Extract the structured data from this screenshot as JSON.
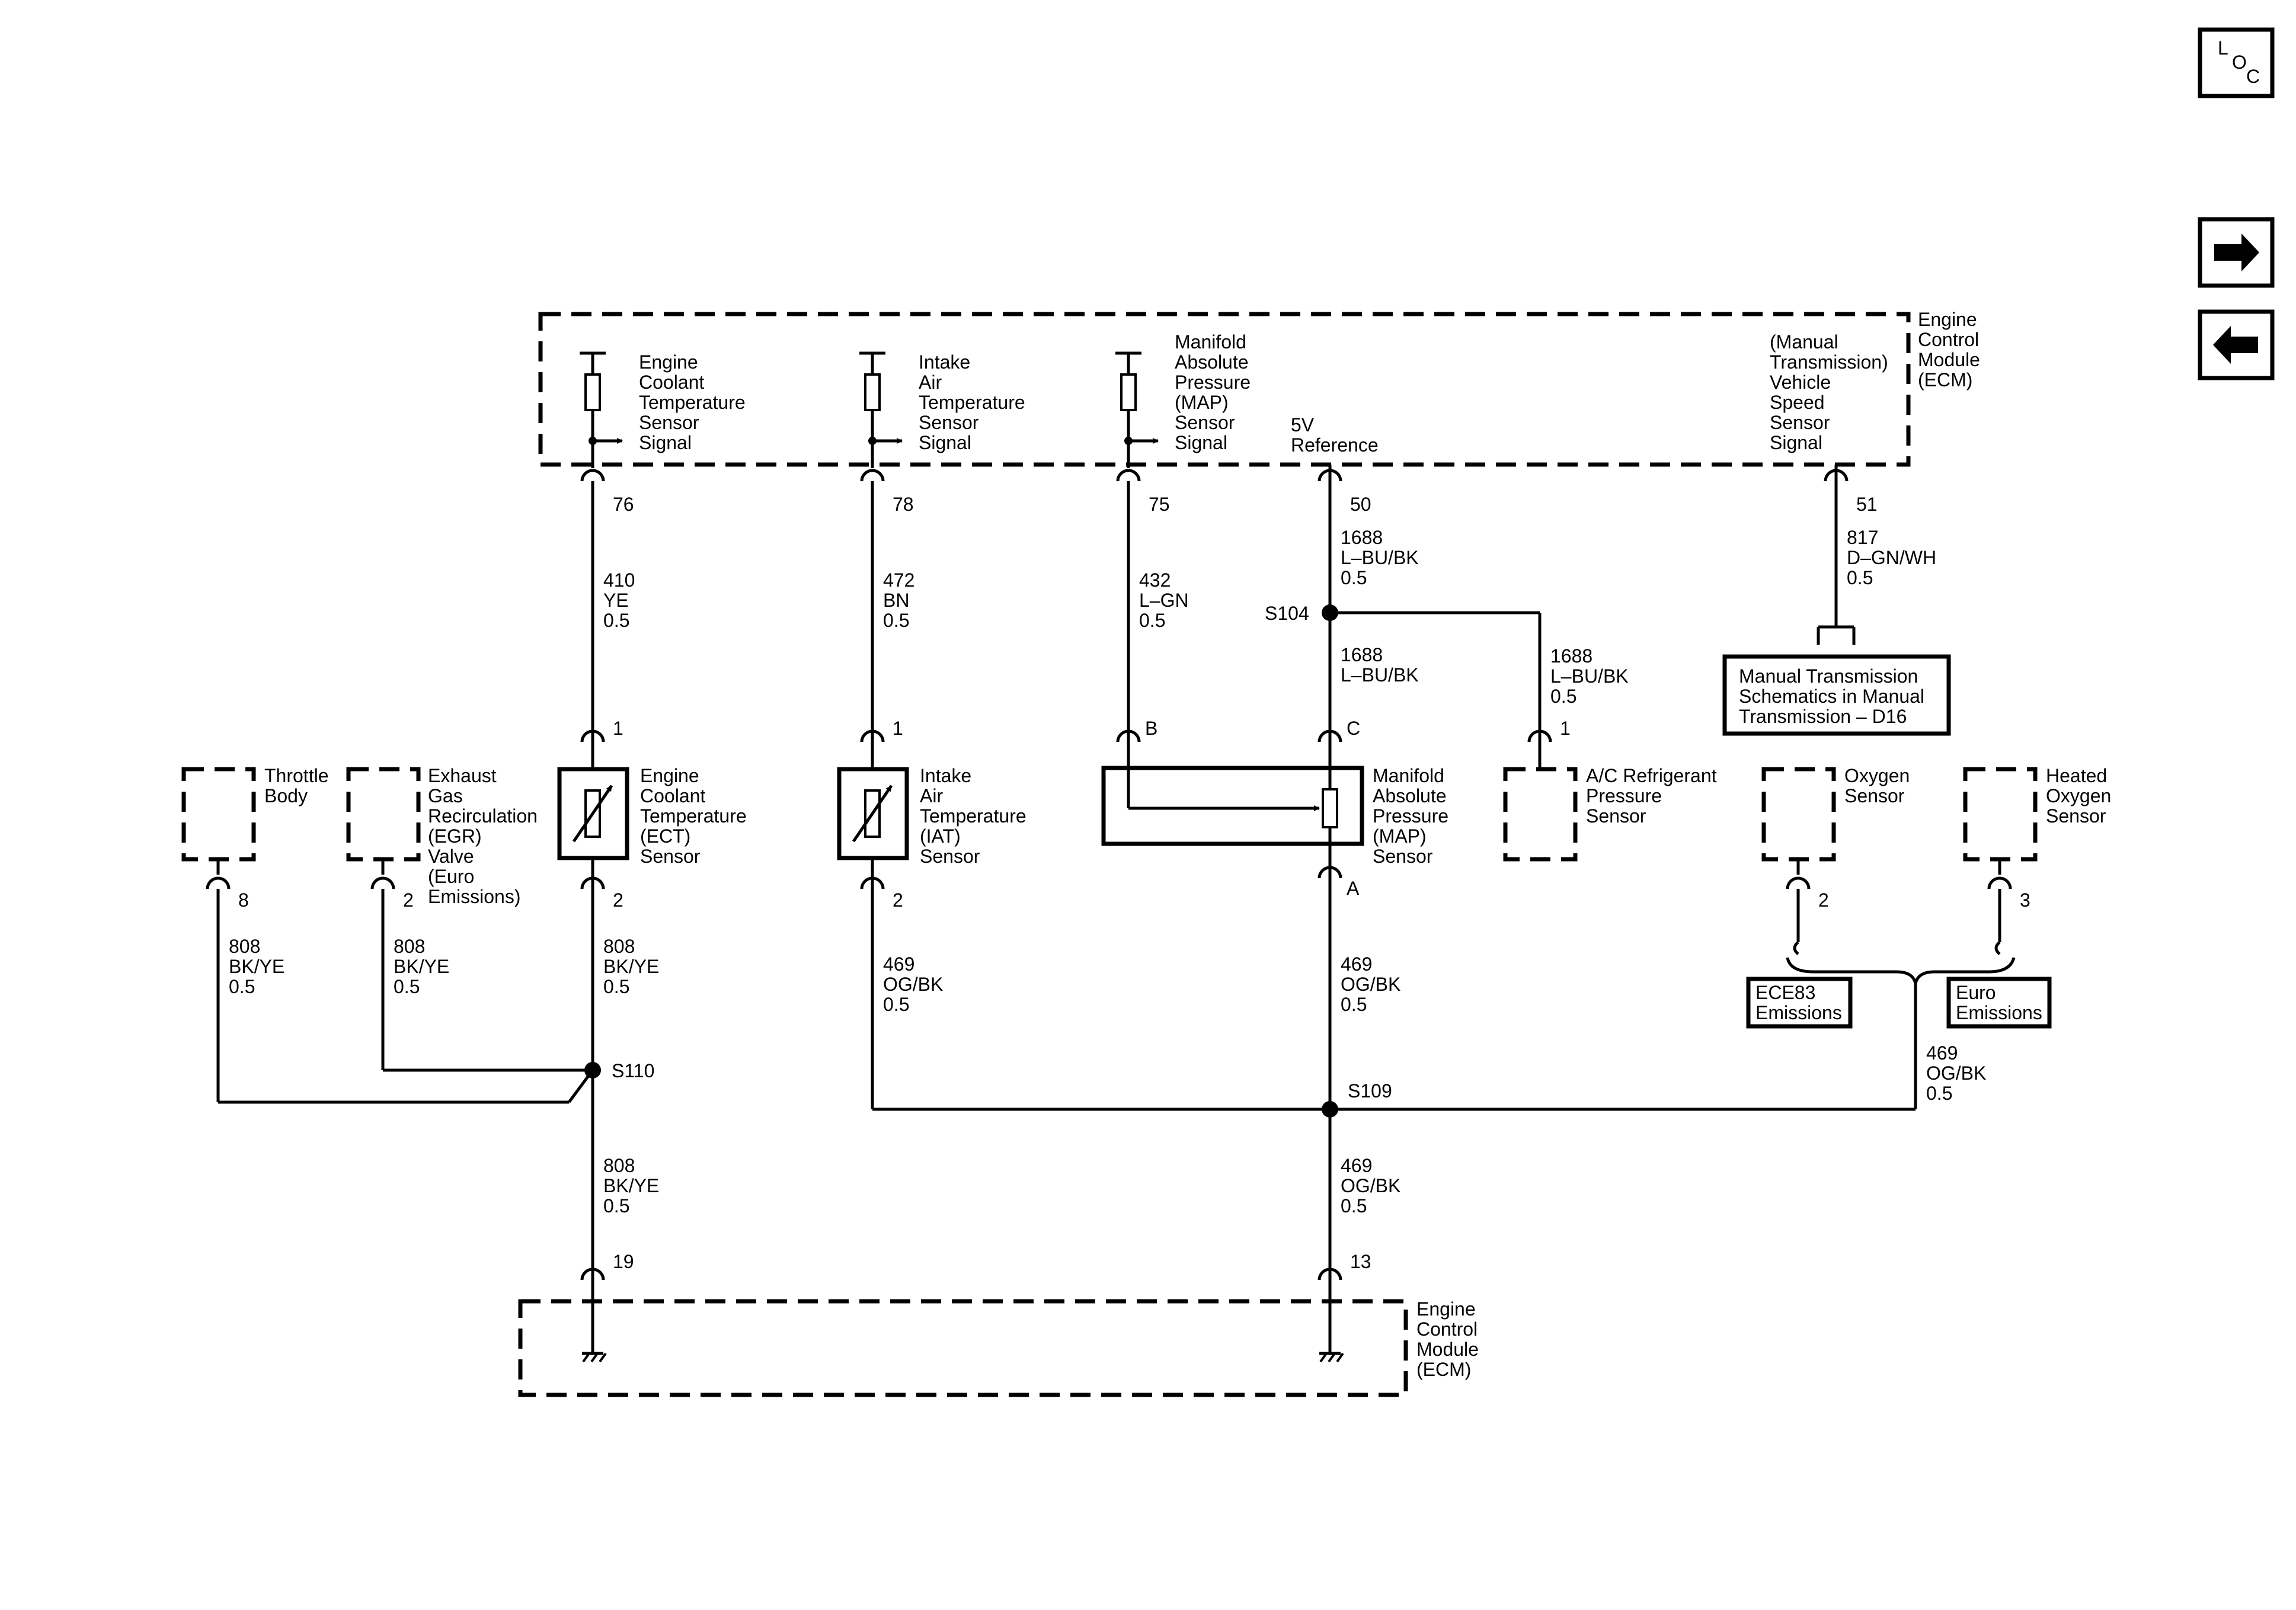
{
  "nav": {
    "loc_button": {
      "l": "L",
      "o": "O",
      "c": "C"
    },
    "next_icon": "arrow-right-icon",
    "prev_icon": "arrow-left-icon"
  },
  "ecm_top": {
    "title": [
      "Engine",
      "Control",
      "Module",
      "(ECM)"
    ],
    "signals": {
      "ect": [
        "Engine",
        "Coolant",
        "Temperature",
        "Sensor",
        "Signal"
      ],
      "iat": [
        "Intake",
        "Air",
        "Temperature",
        "Sensor",
        "Signal"
      ],
      "map": [
        "Manifold",
        "Absolute",
        "Pressure",
        "(MAP)",
        "Sensor",
        "Signal"
      ],
      "ref5v": [
        "5V",
        "Reference"
      ],
      "vss": [
        "(Manual",
        "Transmission)",
        "Vehicle",
        "Speed",
        "Sensor",
        "Signal"
      ]
    },
    "pins": {
      "ect": "76",
      "iat": "78",
      "map": "75",
      "ref": "50",
      "vss": "51"
    }
  },
  "wires": {
    "w410": [
      "410",
      "YE",
      "0.5"
    ],
    "w472": [
      "472",
      "BN",
      "0.5"
    ],
    "w432": [
      "432",
      "L–GN",
      "0.5"
    ],
    "w1688_a": [
      "1688",
      "L–BU/BK",
      "0.5"
    ],
    "w1688_b": [
      "1688",
      "L–BU/BK"
    ],
    "w1688_c": [
      "1688",
      "L–BU/BK",
      "0.5"
    ],
    "w817": [
      "817",
      "D–GN/WH",
      "0.5"
    ],
    "w808_tb": [
      "808",
      "BK/YE",
      "0.5"
    ],
    "w808_egr": [
      "808",
      "BK/YE",
      "0.5"
    ],
    "w808_ect": [
      "808",
      "BK/YE",
      "0.5"
    ],
    "w808_gnd": [
      "808",
      "BK/YE",
      "0.5"
    ],
    "w469_iat": [
      "469",
      "OG/BK",
      "0.5"
    ],
    "w469_map": [
      "469",
      "OG/BK",
      "0.5"
    ],
    "w469_o2": [
      "469",
      "OG/BK",
      "0.5"
    ],
    "w469_gnd": [
      "469",
      "OG/BK",
      "0.5"
    ]
  },
  "splices": {
    "s104": "S104",
    "s110": "S110",
    "s109": "S109"
  },
  "components": {
    "throttle": {
      "label": [
        "Throttle",
        "Body"
      ],
      "pin": "8"
    },
    "egr": {
      "label": [
        "Exhaust",
        "Gas",
        "Recirculation",
        "(EGR)",
        "Valve",
        "(Euro",
        "Emissions)"
      ],
      "pin": "2"
    },
    "ect": {
      "label": [
        "Engine",
        "Coolant",
        "Temperature",
        "(ECT)",
        "Sensor"
      ],
      "pin_top": "1",
      "pin_bottom": "2"
    },
    "iat": {
      "label": [
        "Intake",
        "Air",
        "Temperature",
        "(IAT)",
        "Sensor"
      ],
      "pin_top": "1",
      "pin_bottom": "2"
    },
    "map": {
      "label": [
        "Manifold",
        "Absolute",
        "Pressure",
        "(MAP)",
        "Sensor"
      ],
      "pin_b": "B",
      "pin_c": "C",
      "pin_a": "A"
    },
    "ac": {
      "label": [
        "A/C Refrigerant",
        "Pressure",
        "Sensor"
      ],
      "pin": "1"
    },
    "o2": {
      "label": [
        "Oxygen",
        "Sensor"
      ],
      "pin": "2"
    },
    "ho2": {
      "label": [
        "Heated",
        "Oxygen",
        "Sensor"
      ],
      "pin": "3"
    }
  },
  "notes": {
    "manual_trans": [
      "Manual Transmission",
      "Schematics in Manual",
      "Transmission – D16"
    ],
    "ece83": [
      "ECE83",
      "Emissions"
    ],
    "euro": [
      "Euro",
      "Emissions"
    ]
  },
  "ecm_bottom": {
    "title": [
      "Engine",
      "Control",
      "Module",
      "(ECM)"
    ],
    "pins": {
      "left": "19",
      "right": "13"
    }
  }
}
